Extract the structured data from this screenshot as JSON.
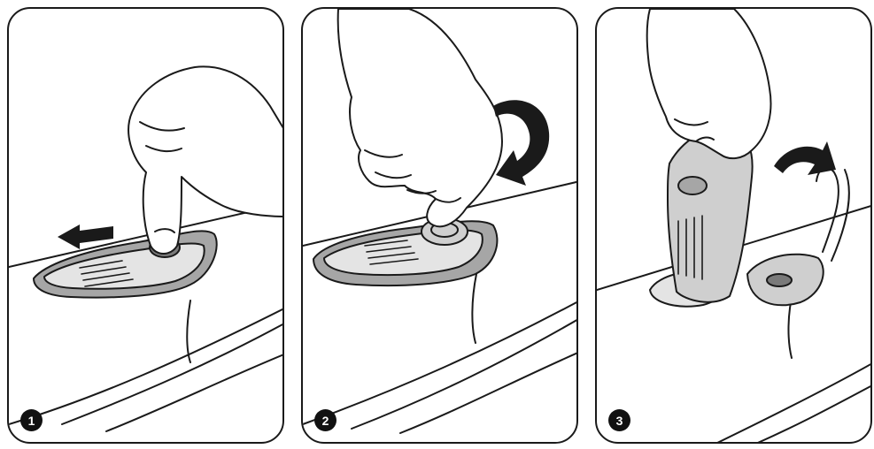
{
  "steps": [
    {
      "number": "1"
    },
    {
      "number": "2"
    },
    {
      "number": "3"
    }
  ],
  "colors": {
    "ink": "#1a1a1a",
    "cover_gray": "#a6a6a6",
    "cover_light": "#e4e4e4",
    "button_gray": "#7a7a7a",
    "badge_fill": "#111111",
    "badge_text": "#ffffff"
  },
  "icons": [
    "left-arrow-icon",
    "rotate-arrow-icon",
    "up-arrow-icon"
  ]
}
